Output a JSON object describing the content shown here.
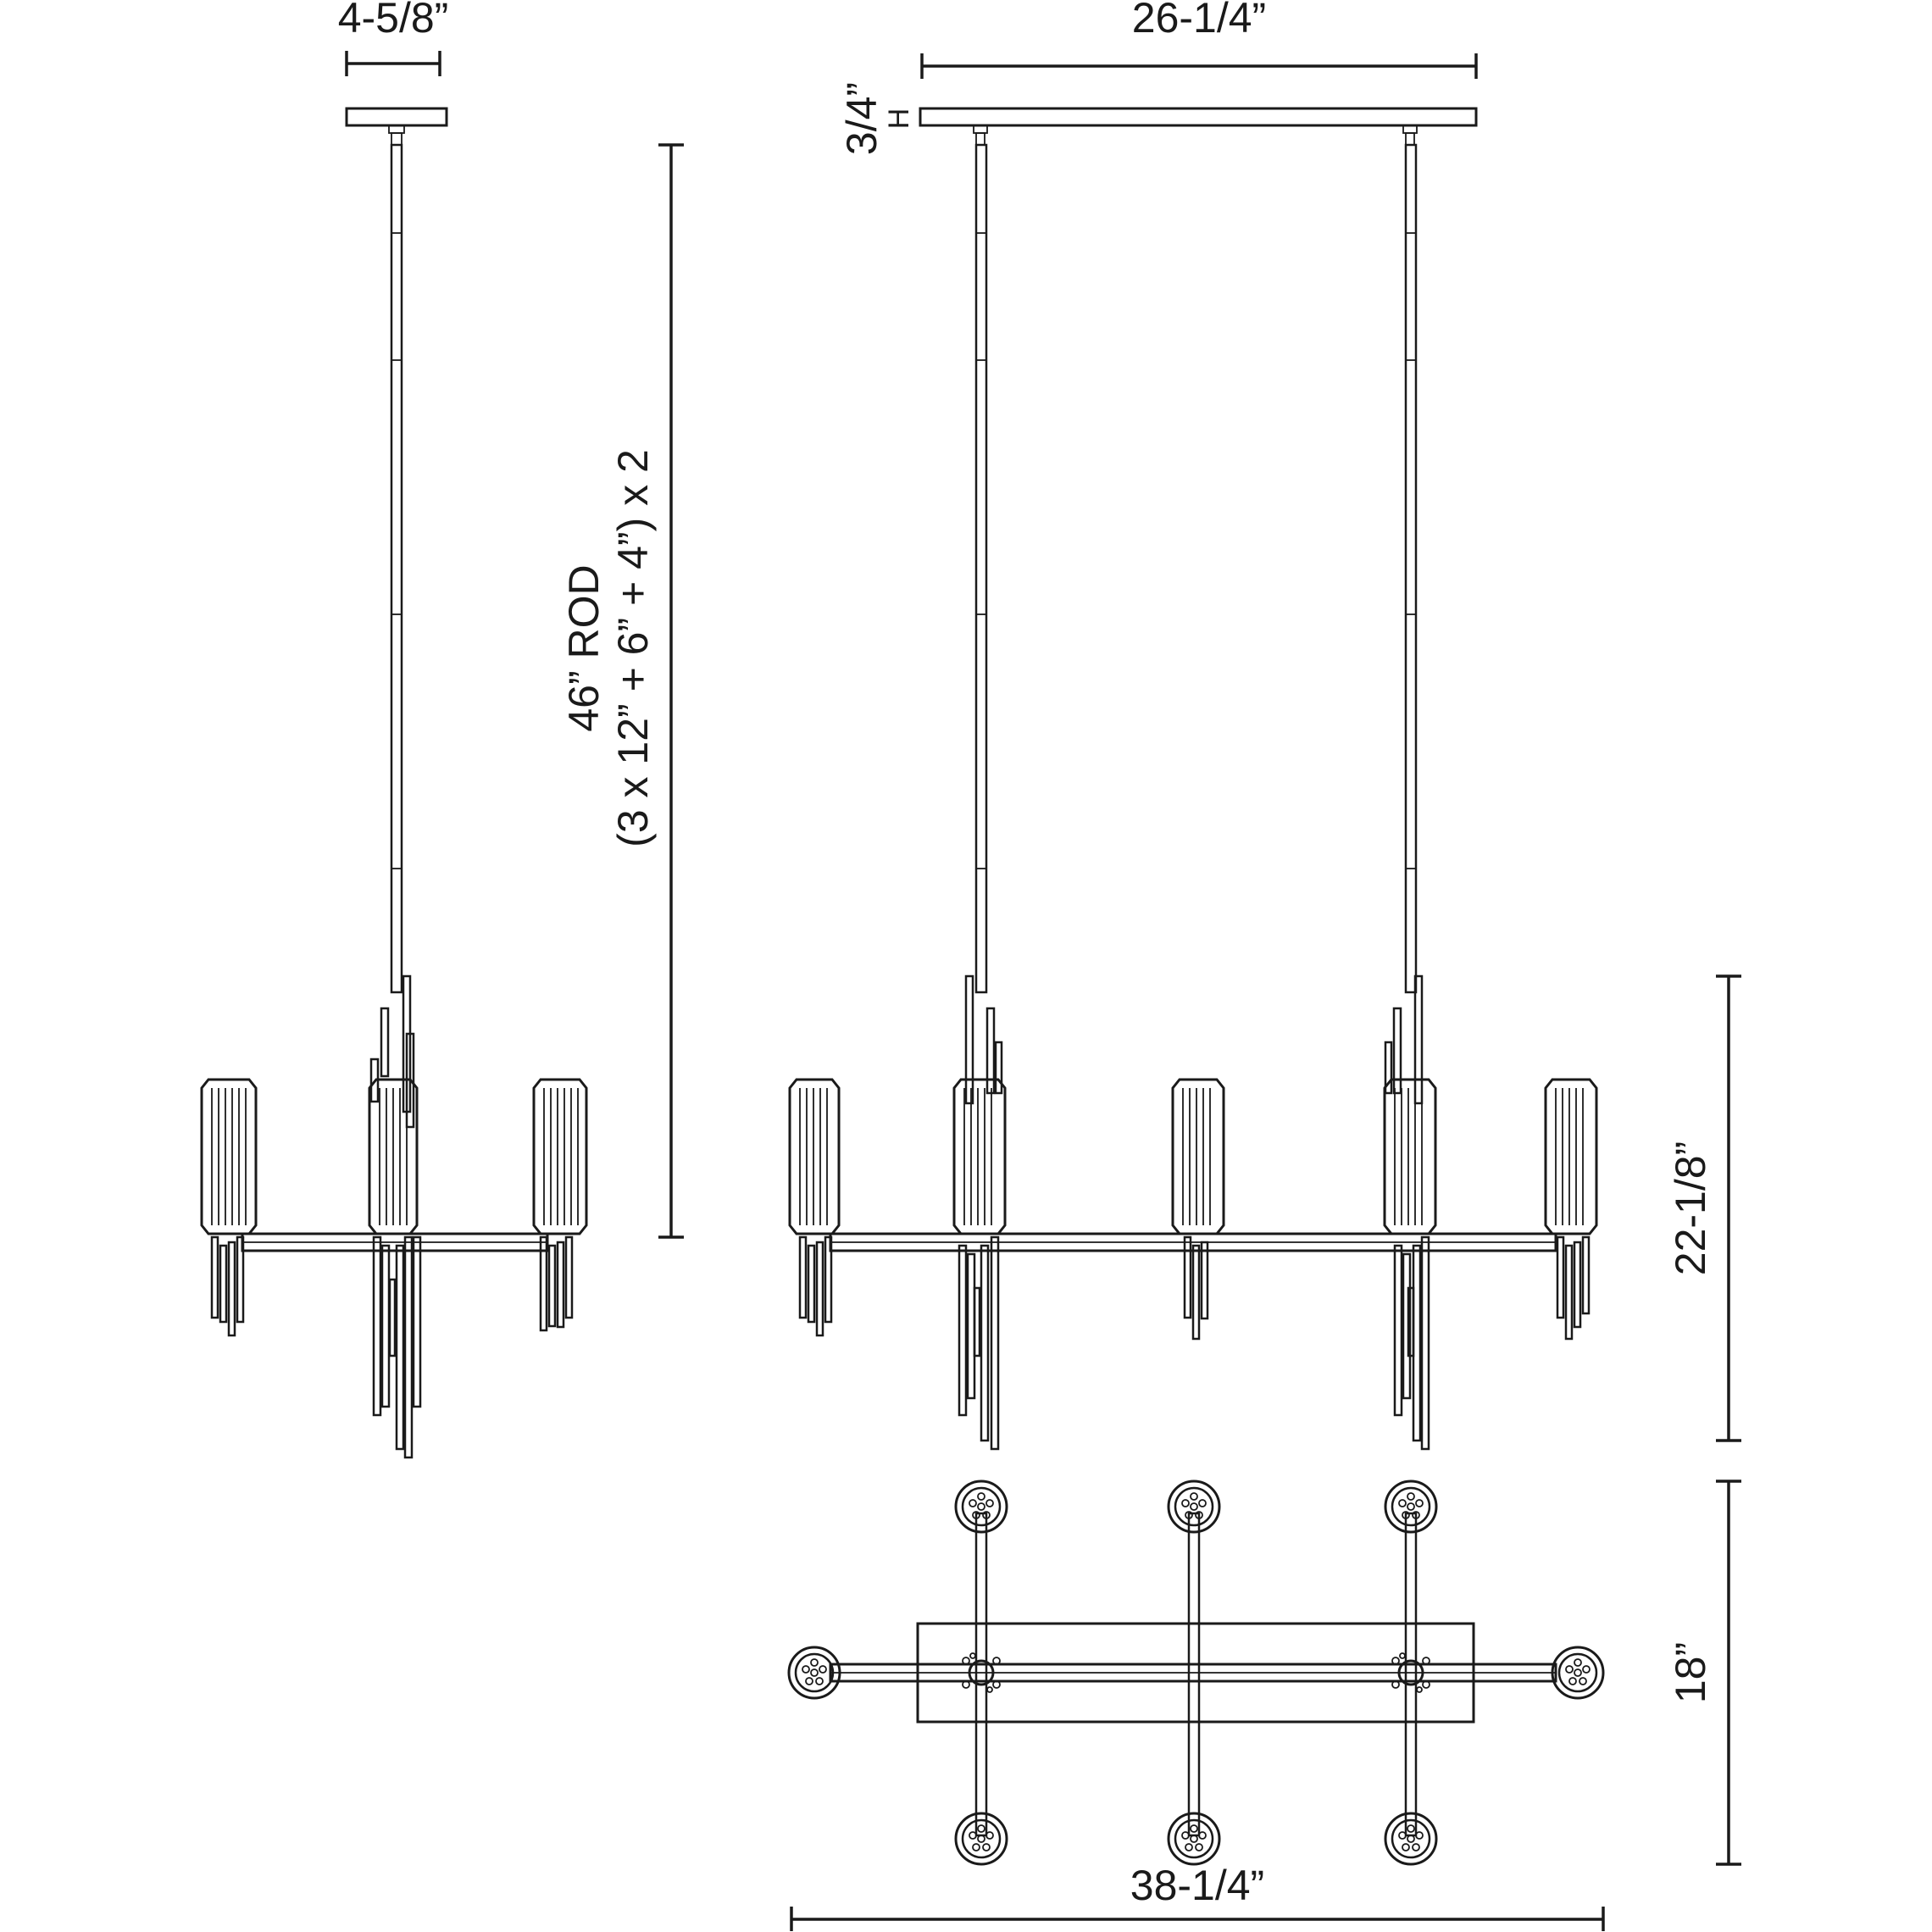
{
  "colors": {
    "line": "#1a1a1a",
    "background": "#ffffff"
  },
  "dimensions": {
    "canopy_width": "4-5/8”",
    "canopy_length": "26-1/4”",
    "canopy_height": "3/4”",
    "canopy_height_unit": "H",
    "rod_length": "46” ROD",
    "rod_breakdown": "(3 x 12” + 6” + 4”) x 2",
    "fixture_height": "22-1/8”",
    "fixture_depth": "18”",
    "fixture_length": "38-1/4”"
  }
}
